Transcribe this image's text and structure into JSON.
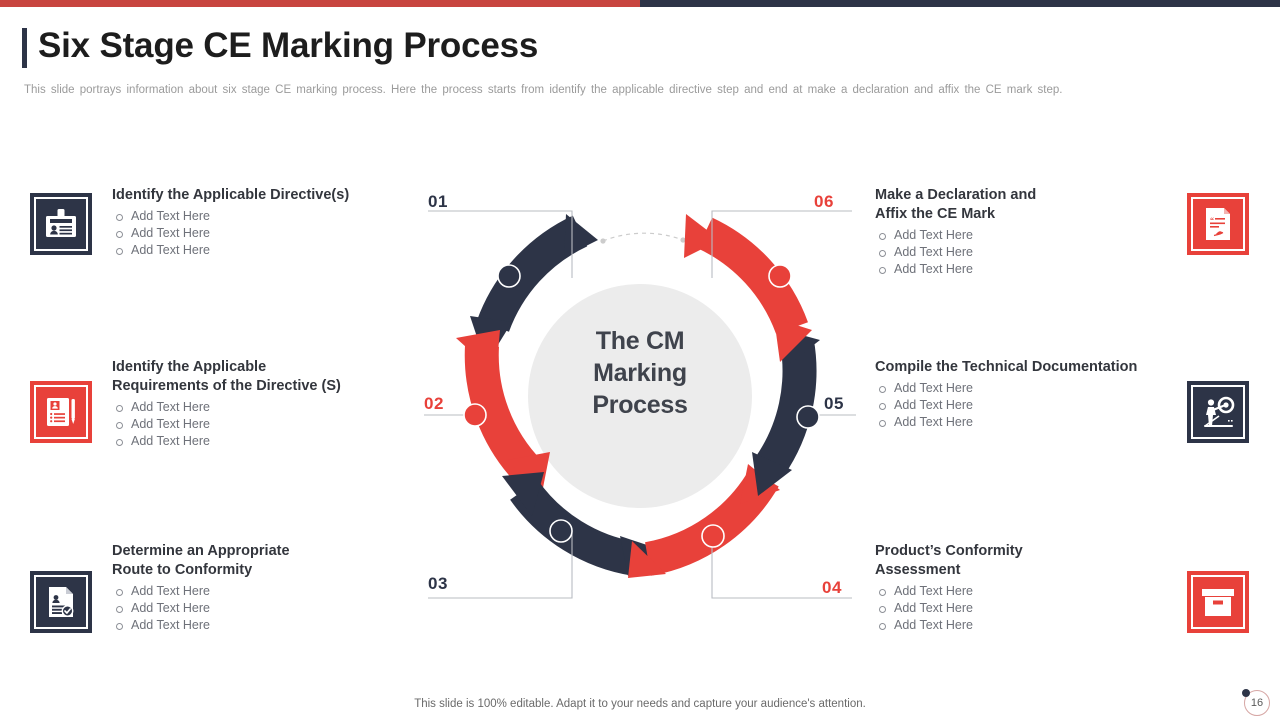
{
  "topbar": {
    "left_color": "#c8453f",
    "right_color": "#2d3447"
  },
  "header": {
    "title": "Six Stage CE Marking Process",
    "subtitle": "This slide portrays information  about six stage CE marking process. Here the process starts from  identify the applicable  directive  step and end at make a declaration  and affix the CE mark step."
  },
  "center": {
    "line1": "The CM",
    "line2": "Marking",
    "line3": "Process"
  },
  "colors": {
    "navy": "#2d3447",
    "red": "#e8413a",
    "center_fill": "#ececec"
  },
  "bullet_text": "Add Text Here",
  "steps": [
    {
      "number": "01",
      "number_color": "navy",
      "side": "left",
      "icon": "id-badge-icon",
      "icon_color": "navy",
      "heading": "Identify the Applicable Directive(s)",
      "bullets": [
        "Add Text Here",
        "Add Text Here",
        "Add Text Here"
      ]
    },
    {
      "number": "02",
      "number_color": "red",
      "side": "left",
      "icon": "clipboard-checklist-icon",
      "icon_color": "red",
      "heading_l1": "Identify the Applicable",
      "heading_l2": "Requirements  of the Directive (S)",
      "bullets": [
        "Add Text Here",
        "Add Text Here",
        "Add Text Here"
      ]
    },
    {
      "number": "03",
      "number_color": "navy",
      "side": "left",
      "icon": "document-approved-icon",
      "icon_color": "navy",
      "heading_l1": "Determine an Appropriate",
      "heading_l2": "Route to Conformity",
      "bullets": [
        "Add Text Here",
        "Add Text Here",
        "Add Text Here"
      ]
    },
    {
      "number": "04",
      "number_color": "red",
      "side": "right",
      "icon": "archive-box-icon",
      "icon_color": "red",
      "heading_l1": "Product’s Conformity",
      "heading_l2": "Assessment",
      "bullets": [
        "Add Text Here",
        "Add Text Here",
        "Add Text Here"
      ]
    },
    {
      "number": "05",
      "number_color": "navy",
      "side": "right",
      "icon": "engineer-gear-icon",
      "icon_color": "navy",
      "heading": "Compile the Technical Documentation",
      "bullets": [
        "Add Text Here",
        "Add Text Here",
        "Add Text Here"
      ]
    },
    {
      "number": "06",
      "number_color": "red",
      "side": "right",
      "icon": "certificate-document-icon",
      "icon_color": "red",
      "heading_l1": "Make a Declaration and",
      "heading_l2": "Affix the CE Mark",
      "bullets": [
        "Add Text Here",
        "Add Text Here",
        "Add Text Here"
      ]
    }
  ],
  "footer": {
    "note": "This slide is 100% editable. Adapt it to your needs and capture your audience's attention.",
    "page_number": "16"
  }
}
